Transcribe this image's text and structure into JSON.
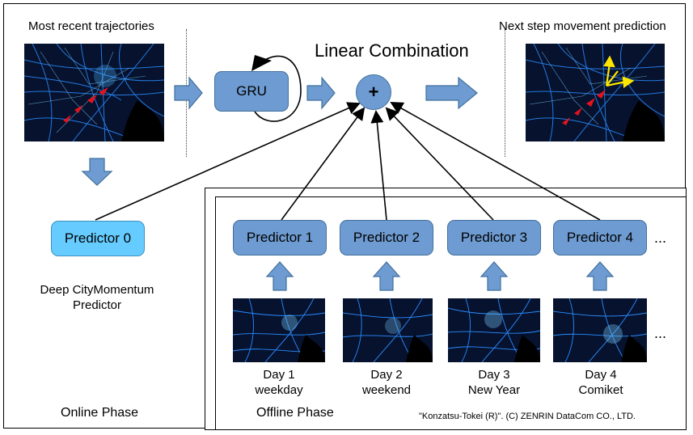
{
  "top_left_title": "Most recent trajectories",
  "top_right_title": "Next step movement prediction",
  "center_title": "Linear Combination",
  "gru_label": "GRU",
  "plus_label": "+",
  "predictor0": {
    "label": "Predictor 0",
    "caption_line1": "Deep CityMomentum",
    "caption_line2": "Predictor"
  },
  "predictors": [
    {
      "label": "Predictor 1",
      "day": "Day 1",
      "desc": "weekday"
    },
    {
      "label": "Predictor 2",
      "day": "Day 2",
      "desc": "weekend"
    },
    {
      "label": "Predictor 3",
      "day": "Day 3",
      "desc": "New Year"
    },
    {
      "label": "Predictor 4",
      "day": "Day 4",
      "desc": "Comiket"
    }
  ],
  "ellipsis": "...",
  "online_phase": "Online Phase",
  "offline_phase": "Offline Phase",
  "copyright": "\"Konzatsu-Tokei (R)\". (C) ZENRIN DataCom CO., LTD.",
  "colors": {
    "box_fill": "#6e9bd1",
    "box_border": "#41719c",
    "predictor0_fill": "#66ccff",
    "arrow_fill": "#6e9bd1",
    "map_background": "#06122e",
    "map_lines": "#2a8cff",
    "trajectory_red": "#e0141e",
    "prediction_yellow": "#ffe600"
  }
}
